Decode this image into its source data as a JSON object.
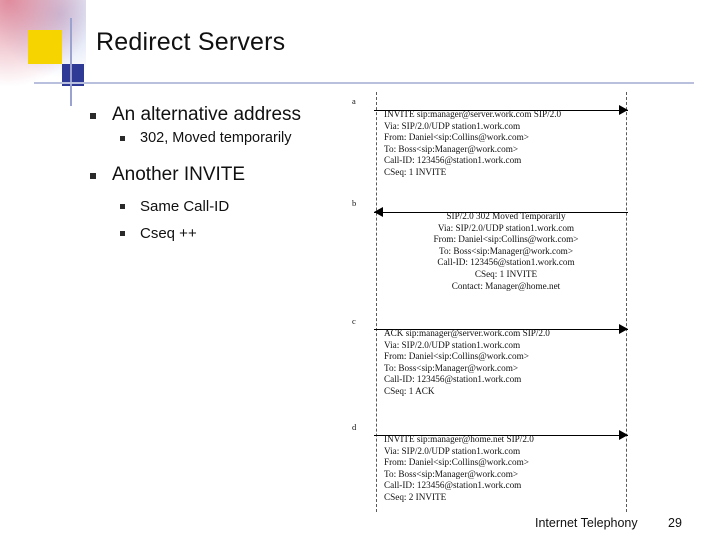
{
  "slide": {
    "title": "Redirect Servers",
    "bullets": [
      {
        "level": 1,
        "text": "An alternative address"
      },
      {
        "level": 2,
        "text": "302, Moved temporarily"
      },
      {
        "level": 1,
        "text": "Another INVITE"
      },
      {
        "level": 2,
        "text": "Same Call-ID"
      },
      {
        "level": 2,
        "text": "Cseq ++"
      }
    ]
  },
  "diagram": {
    "step_labels": [
      "a",
      "b",
      "c",
      "d"
    ],
    "messages": [
      {
        "id": "a",
        "direction": "right",
        "align": "left",
        "lines": [
          "INVITE sip:manager@server.work.com SIP/2.0",
          "Via: SIP/2.0/UDP station1.work.com",
          "From: Daniel<sip:Collins@work.com>",
          "To: Boss<sip:Manager@work.com>",
          "Call-ID: 123456@station1.work.com",
          "CSeq: 1 INVITE"
        ]
      },
      {
        "id": "b",
        "direction": "left",
        "align": "center",
        "lines": [
          "SIP/2.0 302 Moved Temporarily",
          "Via: SIP/2.0/UDP station1.work.com",
          "From: Daniel<sip:Collins@work.com>",
          "To: Boss<sip:Manager@work.com>",
          "Call-ID: 123456@station1.work.com",
          "CSeq: 1 INVITE",
          "Contact: Manager@home.net"
        ]
      },
      {
        "id": "c",
        "direction": "right",
        "align": "left",
        "lines": [
          "ACK sip:manager@server.work.com SIP/2.0",
          "Via: SIP/2.0/UDP station1.work.com",
          "From: Daniel<sip:Collins@work.com>",
          "To: Boss<sip:Manager@work.com>",
          "Call-ID: 123456@station1.work.com",
          "CSeq: 1 ACK"
        ]
      },
      {
        "id": "d",
        "direction": "right",
        "align": "left",
        "lines": [
          "INVITE sip:manager@home.net SIP/2.0",
          "Via: SIP/2.0/UDP station1.work.com",
          "From: Daniel<sip:Collins@work.com>",
          "To: Boss<sip:Manager@work.com>",
          "Call-ID: 123456@station1.work.com",
          "CSeq: 2 INVITE"
        ]
      }
    ]
  },
  "footer": {
    "text": "Internet Telephony",
    "page_number": "29"
  },
  "colors": {
    "accent_yellow": "#f5d400",
    "accent_blue": "#2f3a96",
    "rule": "#b9c0de"
  }
}
